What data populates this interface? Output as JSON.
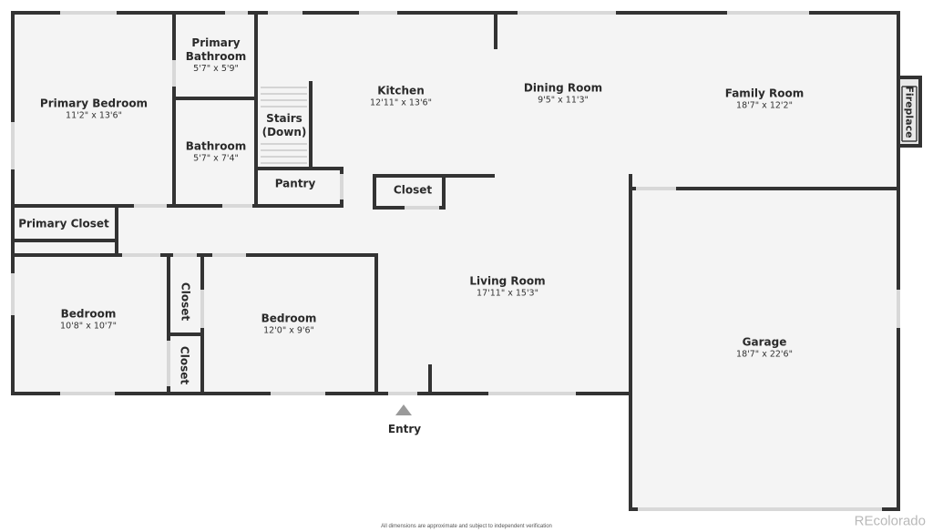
{
  "rooms": {
    "primary_bedroom": {
      "name": "Primary Bedroom",
      "dim": "11'2\" x 13'6\""
    },
    "primary_bathroom": {
      "name": "Primary\nBathroom",
      "name_l1": "Primary",
      "name_l2": "Bathroom",
      "dim": "5'7\" x 5'9\""
    },
    "bathroom": {
      "name": "Bathroom",
      "dim": "5'7\" x 7'4\""
    },
    "stairs": {
      "name_l1": "Stairs",
      "name_l2": "(Down)"
    },
    "pantry": {
      "name": "Pantry"
    },
    "kitchen": {
      "name": "Kitchen",
      "dim": "12'11\" x 13'6\""
    },
    "closet_kitchen": {
      "name": "Closet"
    },
    "dining_room": {
      "name": "Dining Room",
      "dim": "9'5\" x 11'3\""
    },
    "family_room": {
      "name": "Family Room",
      "dim": "18'7\" x 12'2\""
    },
    "fireplace": {
      "name": "Fireplace"
    },
    "primary_closet": {
      "name": "Primary Closet"
    },
    "living_room": {
      "name": "Living Room",
      "dim": "17'11\" x 15'3\""
    },
    "bedroom_1": {
      "name": "Bedroom",
      "dim": "10'8\" x 10'7\""
    },
    "closet_a": {
      "name": "Closet"
    },
    "closet_b": {
      "name": "Closet"
    },
    "bedroom_2": {
      "name": "Bedroom",
      "dim": "12'0\" x 9'6\""
    },
    "garage": {
      "name": "Garage",
      "dim": "18'7\" x 22'6\""
    }
  },
  "entry": {
    "label": "Entry"
  },
  "footer": {
    "disclaimer": "All dimensions are approximate and subject to independent verification",
    "brand": "REcolorado"
  },
  "colors": {
    "wall": "#333333",
    "floor": "#f4f4f4",
    "window": "#d8d8d8",
    "arrow": "#9a9a9a"
  }
}
